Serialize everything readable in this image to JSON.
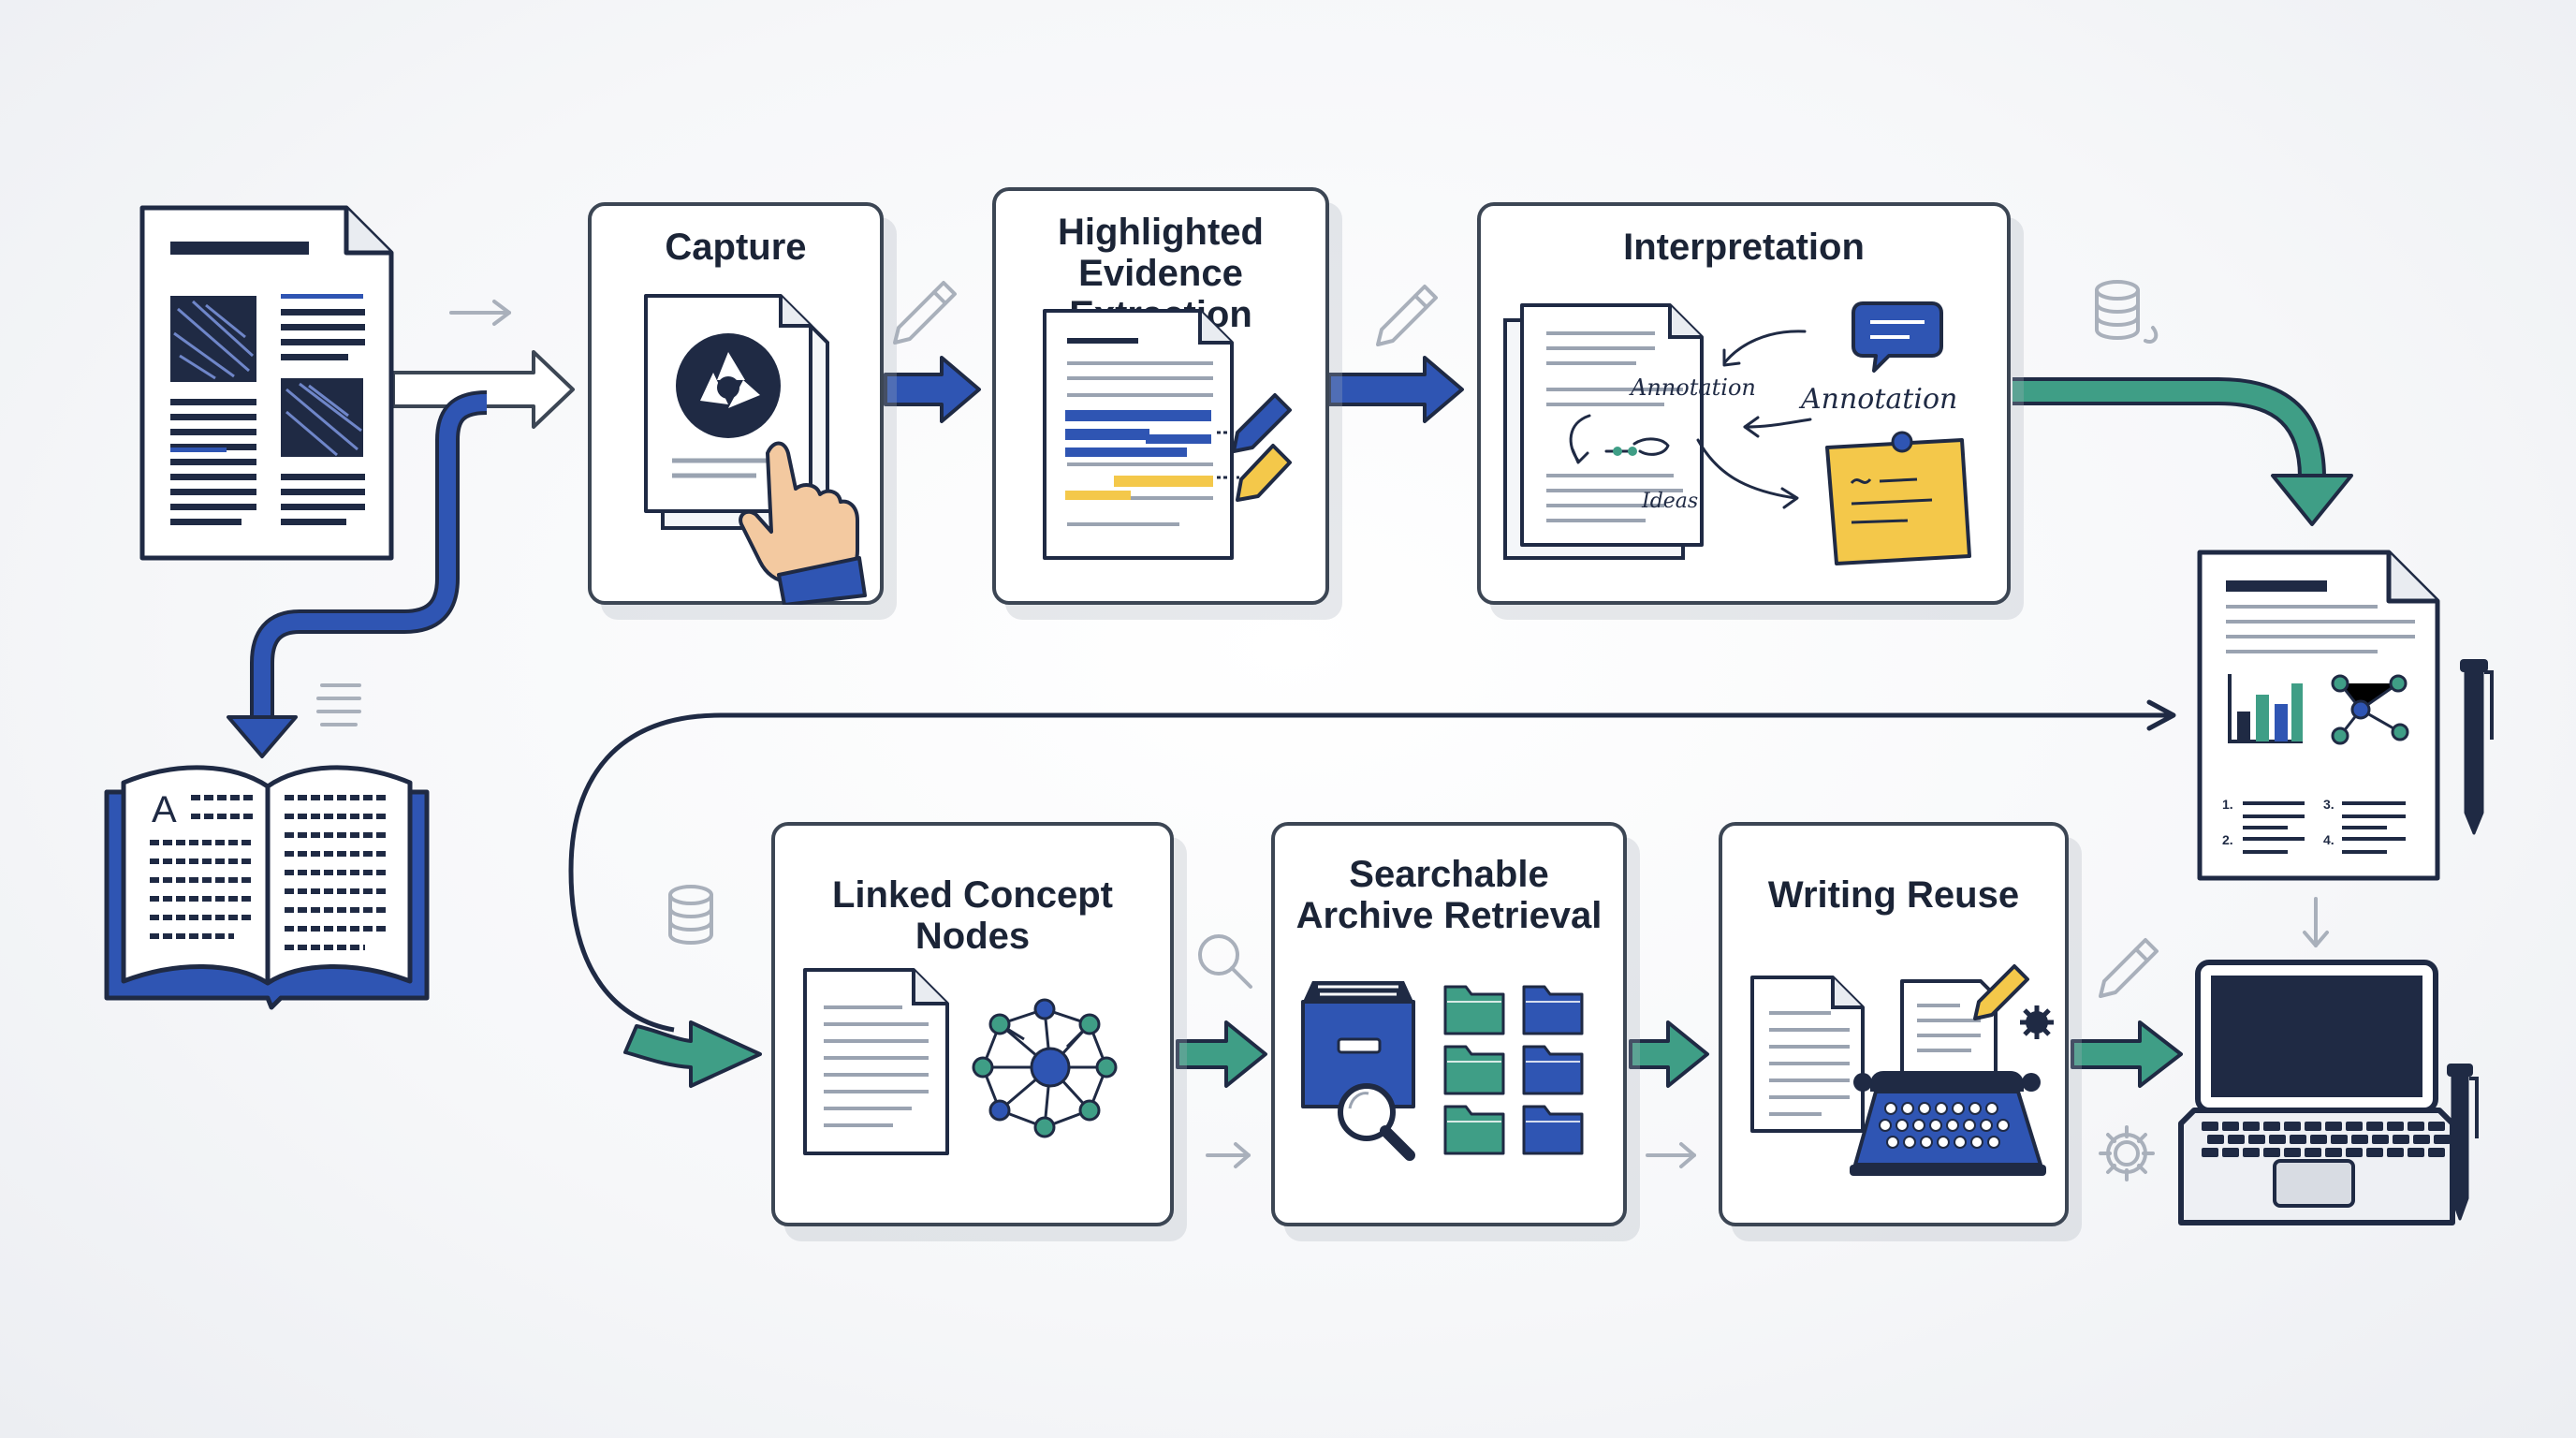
{
  "steps": {
    "capture": "Capture",
    "highlight": "Highlighted\nEvidence Extraction",
    "interpret": "Interpretation",
    "linked": "Linked Concept Nodes",
    "archive": "Searchable\nArchive Retrieval",
    "writing": "Writing Reuse"
  },
  "annotations": {
    "note1": "Annotation",
    "note2": "Annotation",
    "ideas": "Ideas"
  },
  "lists": {
    "n1": "1.",
    "n2": "2.",
    "n3": "3.",
    "n4": "4."
  },
  "book": {
    "letter": "A"
  },
  "colors": {
    "navy": "#1f2a44",
    "blue": "#2f55b3",
    "teal": "#3f9e86",
    "yellow": "#f4c84a",
    "outline": "#3c4654",
    "faint": "#a9b0bb"
  }
}
